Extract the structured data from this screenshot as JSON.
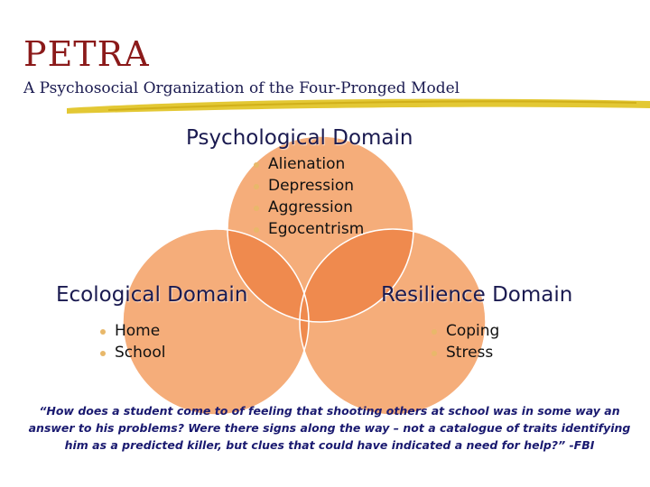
{
  "header": {
    "title": "PETRA",
    "subtitle": "A Psychosocial Organization of the Four-Pronged Model"
  },
  "domains": {
    "psychological": {
      "title": "Psychological Domain",
      "items": [
        "Alienation",
        "Depression",
        "Aggression",
        "Egocentrism"
      ]
    },
    "ecological": {
      "title": "Ecological Domain",
      "items": [
        "Home",
        "School"
      ]
    },
    "resilience": {
      "title": "Resilience Domain",
      "items": [
        "Coping",
        "Stress"
      ]
    }
  },
  "quote": "“How does a student come to of feeling that shooting others at school was in some way an answer to his problems?  Were there signs along the way – not a catalogue of traits identifying him as a predicted killer, but clues that could have indicated a need for help?” -FBI",
  "colors": {
    "circle": "#f5ad7a",
    "overlap": "#ef8a4e",
    "title": "#8b1a1a",
    "heading": "#1a1a50",
    "bullet": "#e8b86a",
    "quote": "#1a1a70"
  }
}
